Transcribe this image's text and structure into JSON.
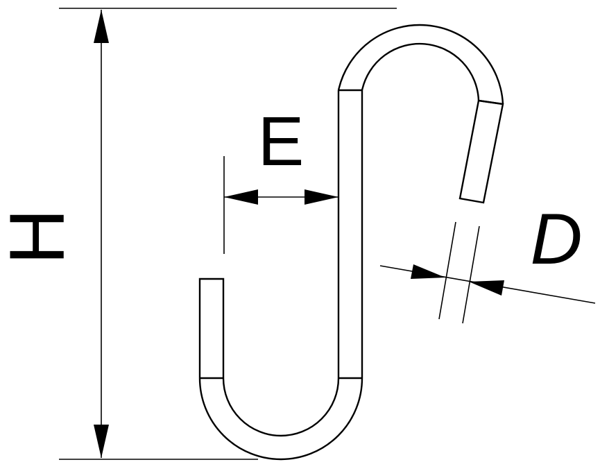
{
  "dimensions": {
    "height_label": "H",
    "width_label": "E",
    "diameter_label": "D"
  },
  "colors": {
    "line": "#000000",
    "background": "#ffffff"
  }
}
